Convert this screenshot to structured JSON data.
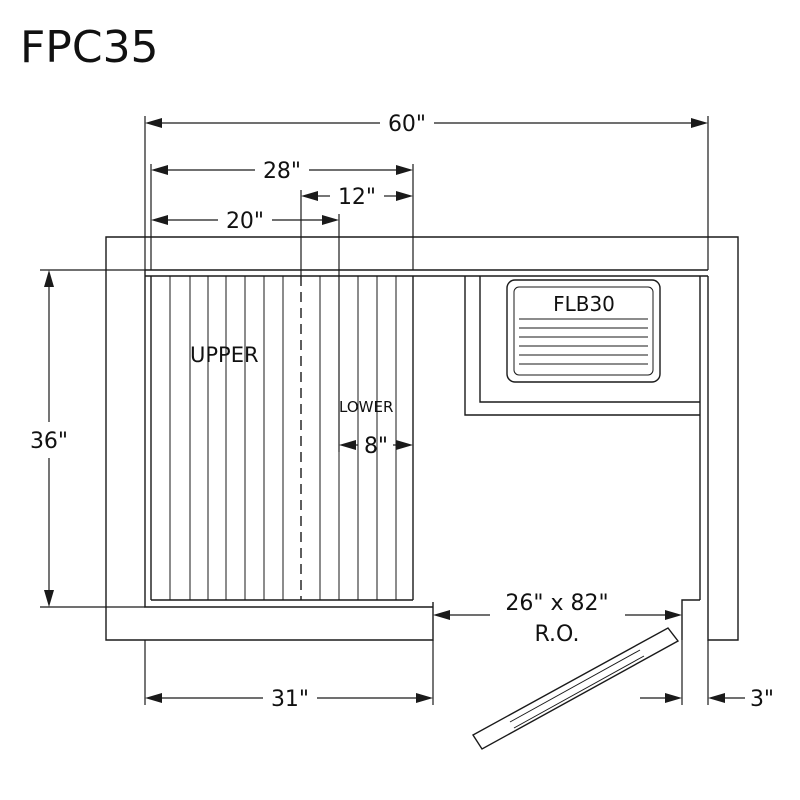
{
  "title": "FPC35",
  "labels": {
    "upper": "UPPER",
    "lower": "LOWER",
    "heater": "FLB30",
    "rough_opening_size": "26\" x 82\"",
    "rough_opening_abbrev": "R.O."
  },
  "dimensions": {
    "overall_width": "60\"",
    "bench_28": "28\"",
    "bench_12": "12\"",
    "bench_20": "20\"",
    "depth": "36\"",
    "lower_8": "8\"",
    "wall_31": "31\"",
    "wall_3": "3\""
  }
}
